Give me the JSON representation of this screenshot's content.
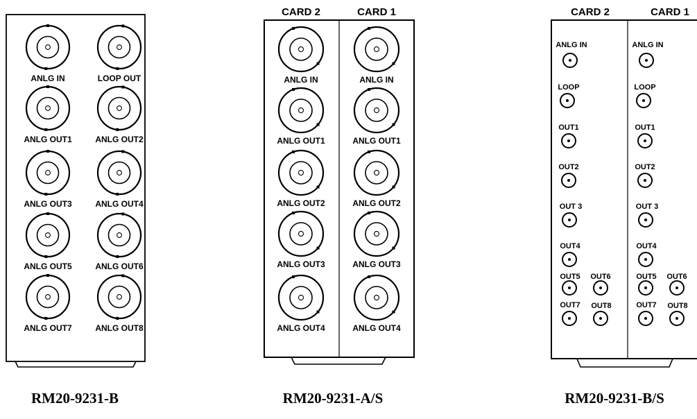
{
  "panels": [
    {
      "id": "b",
      "caption": "RM20-9231-B",
      "headers": [],
      "labels": [
        "ANLG IN",
        "LOOP OUT",
        "ANLG OUT1",
        "ANLG OUT2",
        "ANLG OUT3",
        "ANLG OUT4",
        "ANLG OUT5",
        "ANLG OUT6",
        "ANLG OUT7",
        "ANLG OUT8"
      ]
    },
    {
      "id": "as",
      "caption": "RM20-9231-A/S",
      "headers": [
        "CARD 2",
        "CARD 1"
      ],
      "labels": [
        "ANLG IN",
        "ANLG IN",
        "ANLG OUT1",
        "ANLG OUT1",
        "ANLG OUT2",
        "ANLG OUT2",
        "ANLG OUT3",
        "ANLG OUT3",
        "ANLG OUT4",
        "ANLG OUT4"
      ]
    },
    {
      "id": "bs",
      "caption": "RM20-9231-B/S",
      "headers": [
        "CARD 2",
        "CARD 1"
      ],
      "labels": [
        "ANLG IN",
        "LOOP",
        "OUT1",
        "OUT2",
        "OUT 3",
        "OUT4",
        "OUT5",
        "OUT6",
        "OUT7",
        "OUT8"
      ]
    }
  ]
}
